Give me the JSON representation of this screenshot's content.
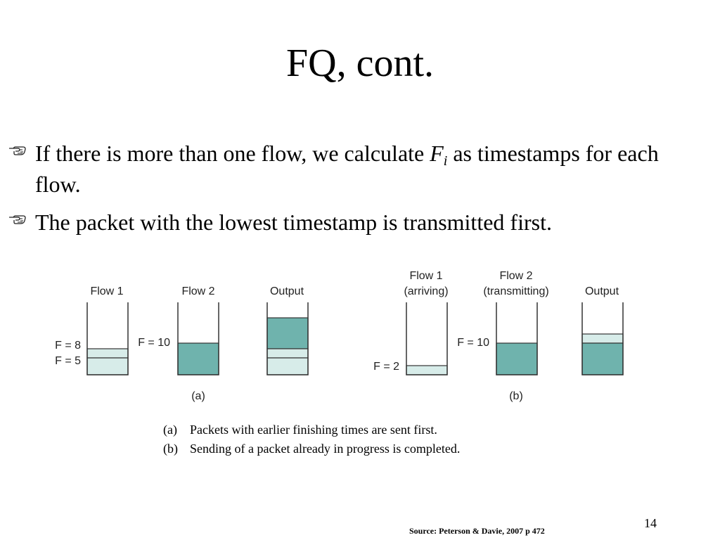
{
  "slide": {
    "title": "FQ, cont.",
    "bullets": [
      {
        "icon": "pointing-hand-icon",
        "text_before": "If there is more than one flow, we calculate ",
        "var_main": "F",
        "var_sub": "i",
        "text_after": " as timestamps for each flow."
      },
      {
        "icon": "pointing-hand-icon",
        "text": "The packet with the lowest timestamp is transmitted first."
      }
    ],
    "figure": {
      "panel_a": {
        "label": "(a)",
        "queues": [
          {
            "title_lines": [
              "Flow 1"
            ],
            "labels": [
              "F = 8",
              "F = 5"
            ]
          },
          {
            "title_lines": [
              "Flow 2"
            ],
            "labels": [
              "F = 10"
            ]
          },
          {
            "title_lines": [
              "Output"
            ],
            "labels": []
          }
        ]
      },
      "panel_b": {
        "label": "(b)",
        "queues": [
          {
            "title_lines": [
              "Flow 1",
              "(arriving)"
            ],
            "labels": [
              "F = 2"
            ]
          },
          {
            "title_lines": [
              "Flow 2",
              "(transmitting)"
            ],
            "labels": [
              "F = 10"
            ]
          },
          {
            "title_lines": [
              "Output"
            ],
            "labels": []
          }
        ]
      },
      "colors": {
        "packet_teal": "#6fb3ad",
        "packet_light": "#d7ece9",
        "outline": "#333333"
      }
    },
    "captions": [
      {
        "letter": "(a)",
        "text": "Packets with earlier finishing times are sent first."
      },
      {
        "letter": "(b)",
        "text": "Sending of a packet already in progress is completed."
      }
    ],
    "page_number": "14",
    "source": "Source: Peterson & Davie, 2007 p 472"
  }
}
